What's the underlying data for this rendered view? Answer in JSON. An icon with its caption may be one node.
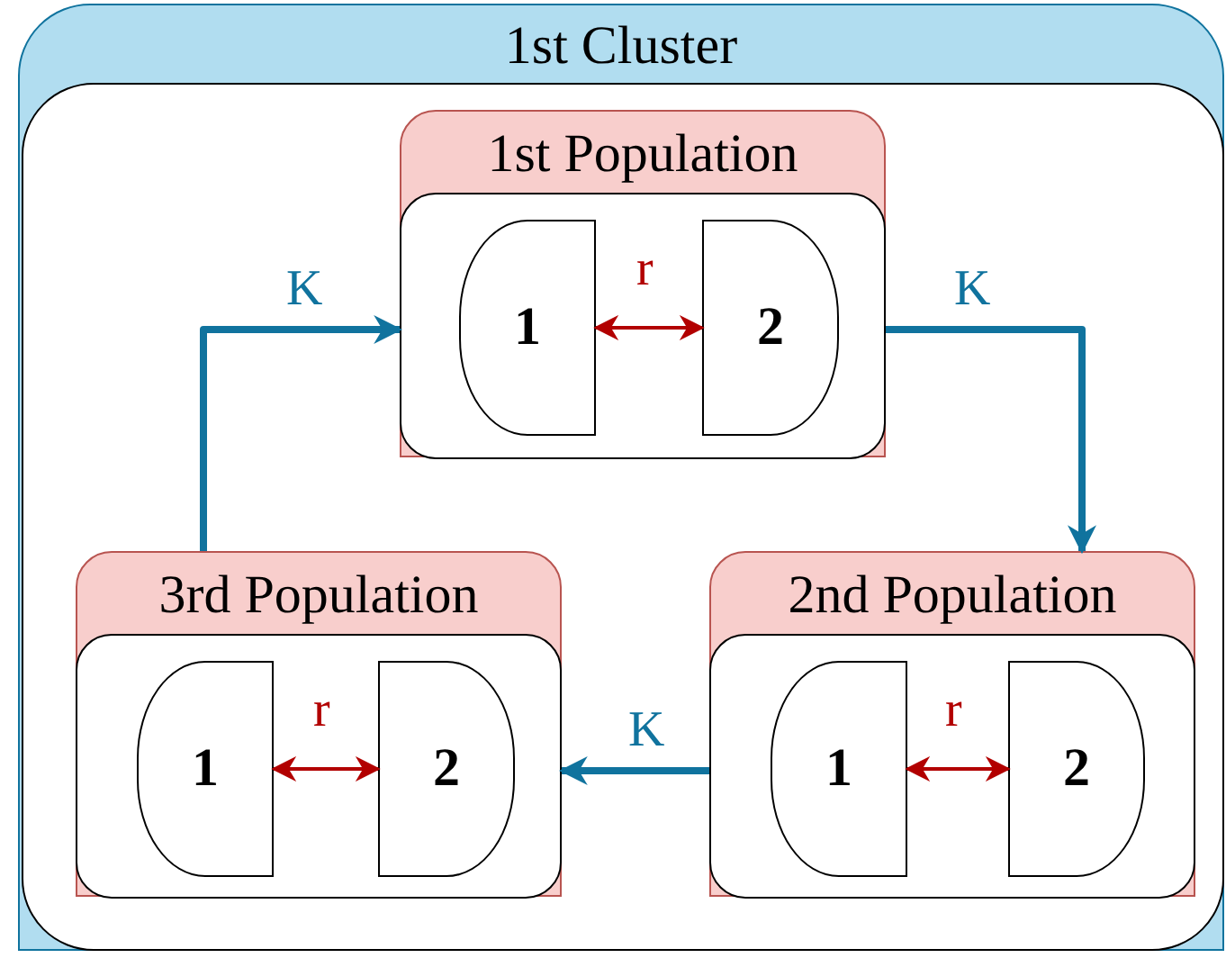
{
  "diagram": {
    "nodes": [
      {
        "text": [
          "1st Cluster"
        ]
      },
      {
        "text": [
          "1st Population"
        ],
        "in": 0
      },
      {
        "text": [
          "1"
        ],
        "in": 1
      },
      {
        "text": [
          "2"
        ],
        "in": 1
      },
      {
        "text": [
          "3rd Population"
        ],
        "in": 0
      },
      {
        "text": [
          "1"
        ],
        "in": 4
      },
      {
        "text": [
          "2"
        ],
        "in": 4
      },
      {
        "text": [
          "2nd Population"
        ],
        "in": 0
      },
      {
        "text": [
          "1"
        ],
        "in": 7
      },
      {
        "text": [
          "2"
        ],
        "in": 7
      }
    ],
    "edges": [
      {
        "from": 2,
        "to": 3,
        "arrow": "both",
        "label": "r",
        "color": "#b20000"
      },
      {
        "from": 5,
        "to": 6,
        "arrow": "both",
        "label": "r",
        "color": "#b20000"
      },
      {
        "from": 8,
        "to": 9,
        "arrow": "both",
        "label": "r",
        "color": "#b20000"
      },
      {
        "from": 1,
        "to": 7,
        "arrow": "to",
        "label": "K",
        "style": "thick",
        "color": "#10739e"
      },
      {
        "from": 7,
        "to": 4,
        "arrow": "to",
        "label": "K",
        "style": "thick",
        "color": "#10739e"
      },
      {
        "from": 4,
        "to": 1,
        "arrow": "to",
        "label": "K",
        "style": "thick",
        "color": "#10739e"
      }
    ]
  }
}
